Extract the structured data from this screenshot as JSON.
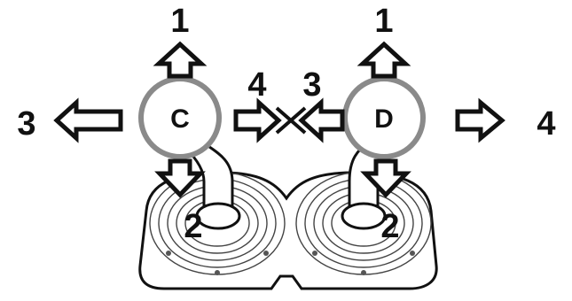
{
  "figure": {
    "joysticks": [
      {
        "id": "C",
        "label": "C",
        "directions": {
          "up": "1",
          "down": "2",
          "left": "3",
          "right": "4"
        }
      },
      {
        "id": "D",
        "label": "D",
        "directions": {
          "up": "1",
          "down": "2",
          "left": "3",
          "right": "4"
        }
      }
    ],
    "colors": {
      "outline": "#111111",
      "ring": "#8a8a8a",
      "background": "#ffffff"
    }
  }
}
